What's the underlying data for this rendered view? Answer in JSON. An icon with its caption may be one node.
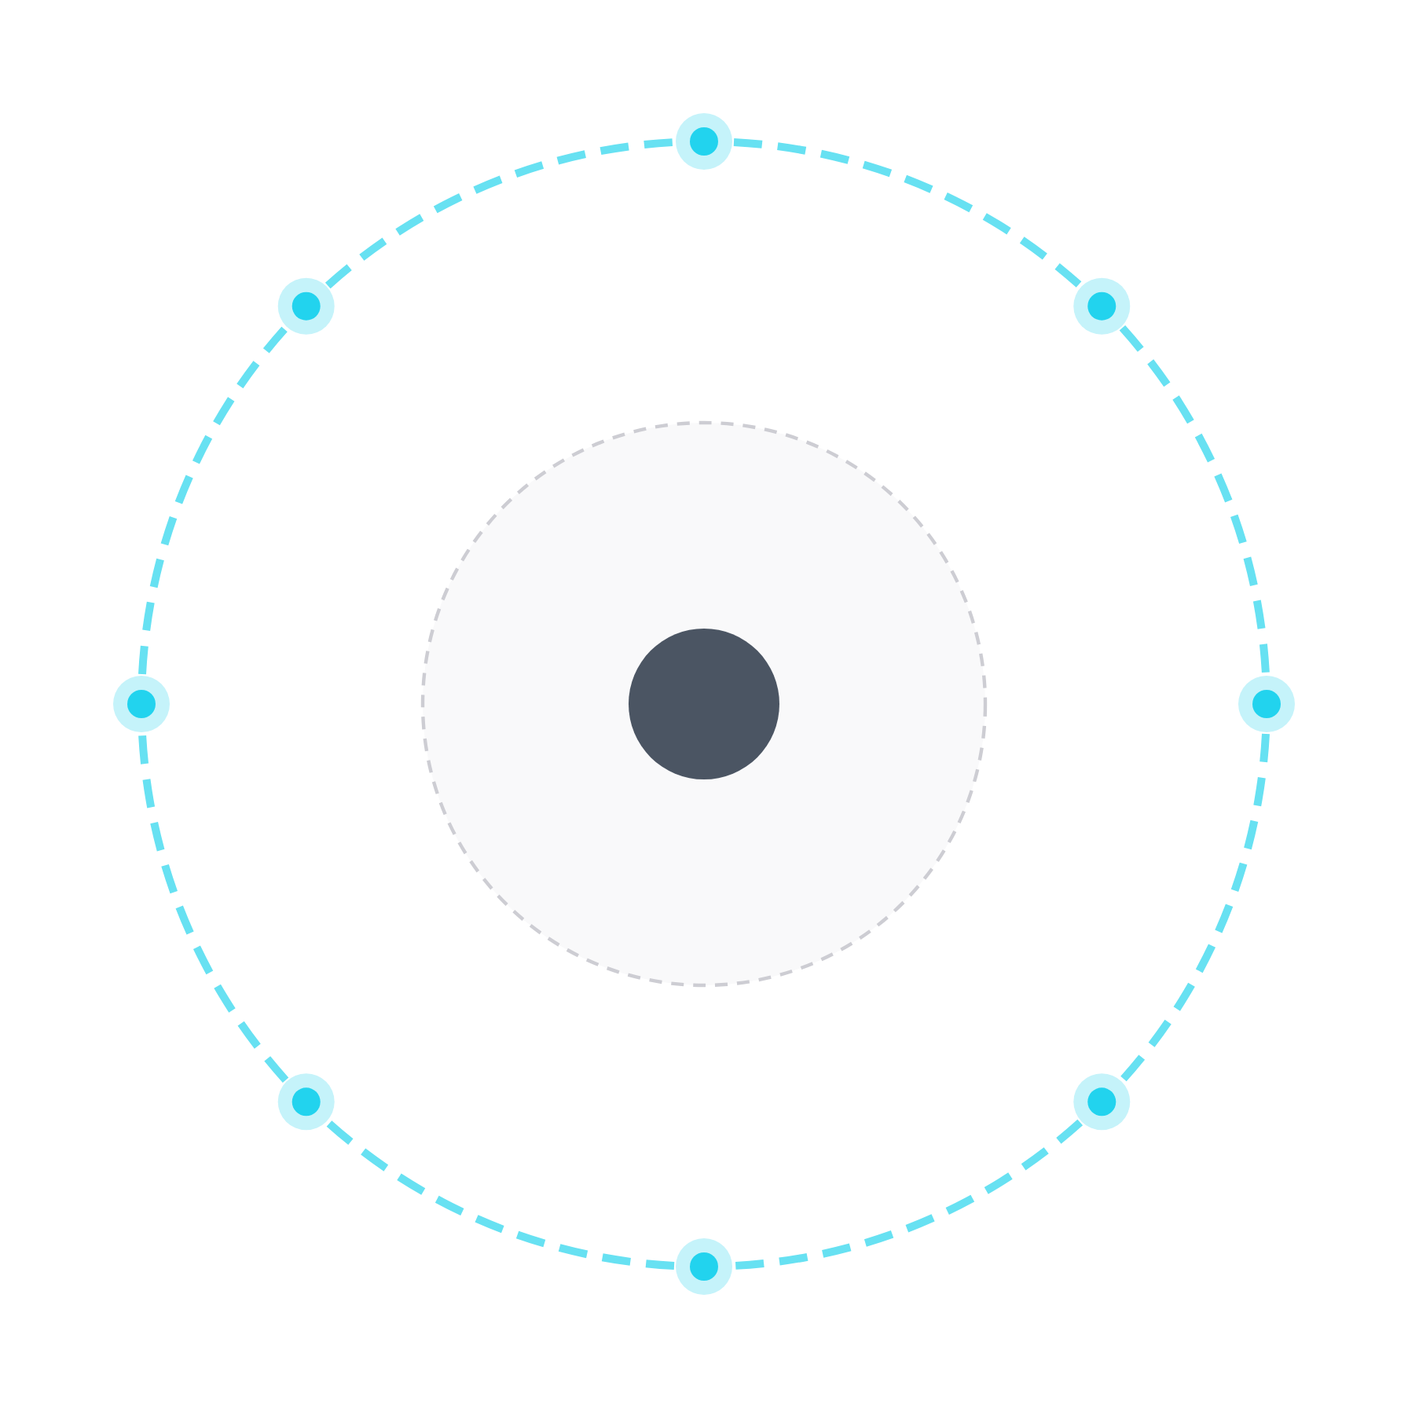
{
  "diagram": {
    "nodes": [
      {
        "text": [],
        "shape": "circle"
      },
      {
        "text": [],
        "shape": "circle",
        "in": 0
      },
      {
        "text": [],
        "shape": "circle"
      },
      {
        "text": [],
        "shape": "circle"
      },
      {
        "text": [],
        "shape": "circle"
      },
      {
        "text": [],
        "shape": "circle"
      },
      {
        "text": [],
        "shape": "circle"
      },
      {
        "text": [],
        "shape": "circle"
      },
      {
        "text": [],
        "shape": "circle"
      },
      {
        "text": [],
        "shape": "circle"
      }
    ],
    "edges": [
      {
        "from": 2,
        "to": 4,
        "arrow": "none",
        "style": "dashed"
      },
      {
        "from": 4,
        "to": 6,
        "arrow": "none",
        "style": "dashed"
      },
      {
        "from": 6,
        "to": 8,
        "arrow": "none",
        "style": "dashed"
      },
      {
        "from": 8,
        "to": 9,
        "arrow": "none",
        "style": "dashed"
      },
      {
        "from": 9,
        "to": 7,
        "arrow": "none",
        "style": "dashed"
      },
      {
        "from": 7,
        "to": 5,
        "arrow": "none",
        "style": "dashed"
      },
      {
        "from": 5,
        "to": 3,
        "arrow": "none",
        "style": "dashed"
      },
      {
        "from": 3,
        "to": 2,
        "arrow": "none",
        "style": "dashed"
      }
    ]
  }
}
